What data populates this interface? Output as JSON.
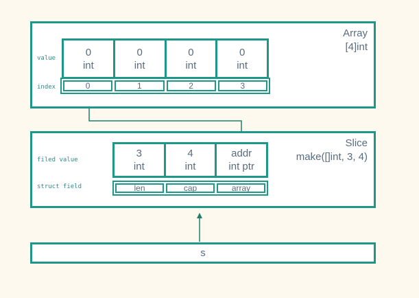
{
  "colors": {
    "background": "#FDF9EE",
    "box_background": "#FFFFFF",
    "border_teal": "#1E9688",
    "text_slate": "#5A6B7E",
    "label_teal": "#2E8B8B",
    "arrow_teal": "#1E7F6E"
  },
  "array_box": {
    "title_line1": "Array",
    "title_line2": "[4]int",
    "value_row_label": "value",
    "index_row_label": "index",
    "value_cells": [
      {
        "value": "0",
        "type": "int"
      },
      {
        "value": "0",
        "type": "int"
      },
      {
        "value": "0",
        "type": "int"
      },
      {
        "value": "0",
        "type": "int"
      }
    ],
    "index_cells": [
      "0",
      "1",
      "2",
      "3"
    ]
  },
  "slice_box": {
    "title_line1": "Slice",
    "title_line2": "make([]int, 3, 4)",
    "field_value_row_label": "filed value",
    "struct_field_row_label": "struct field",
    "value_cells": [
      {
        "value": "3",
        "type": "int"
      },
      {
        "value": "4",
        "type": "int"
      },
      {
        "value": "addr",
        "type": "int ptr"
      }
    ],
    "field_cells": [
      "len",
      "cap",
      "array"
    ]
  },
  "s_box": {
    "label": "s"
  }
}
